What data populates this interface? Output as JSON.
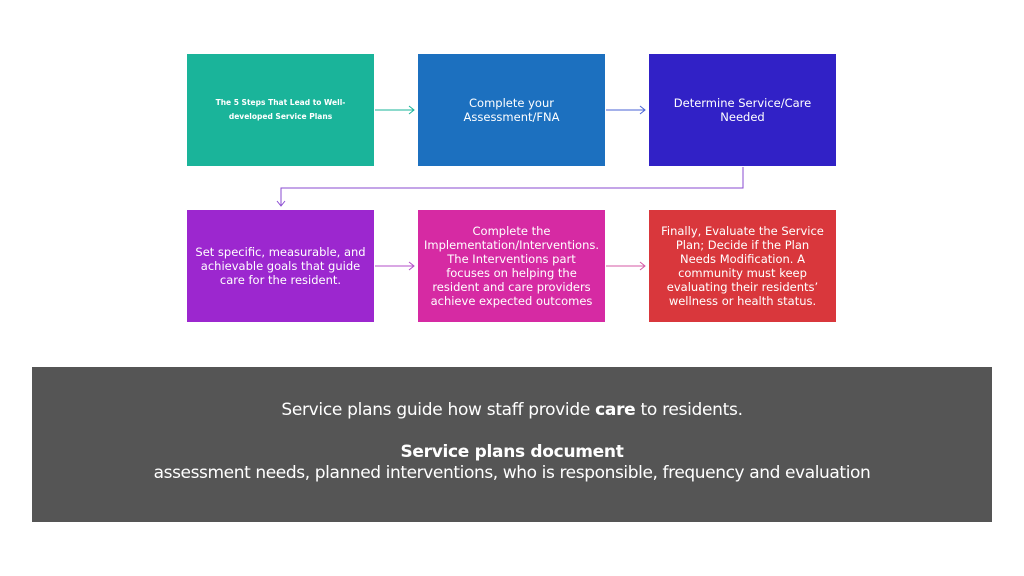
{
  "steps": [
    {
      "text": "The 5 Steps That Lead to Well-developed Service Plans",
      "color": "#1ab49a"
    },
    {
      "text": "Complete your Assessment/FNA",
      "color": "#1c70bf"
    },
    {
      "text": "Determine Service/Care Needed",
      "color": "#3121c6"
    },
    {
      "text": "Set specific, measurable, and achievable goals that guide care for the resident.",
      "color": "#9c27cf"
    },
    {
      "text": "Complete the Implementation/Interventions. The Interventions part focuses on helping the resident and care providers achieve expected outcomes",
      "color": "#d62aa3"
    },
    {
      "text": "Finally, Evaluate the Service Plan; Decide if the Plan Needs Modification. A community must keep evaluating their residents’ wellness or health status.",
      "color": "#d9373c"
    }
  ],
  "connector_colors": {
    "teal": "#1ab49a",
    "blue": "#4a63d6",
    "purple": "#8a4bd1",
    "magenta": "#d65aa6"
  },
  "banner": {
    "line1_pre": "Service plans guide how staff provide ",
    "line1_bold": "care",
    "line1_post": " to residents.",
    "line2": "Service plans document",
    "line3": "assessment needs, planned interventions, who is responsible, frequency and evaluation",
    "background": "#555555"
  }
}
